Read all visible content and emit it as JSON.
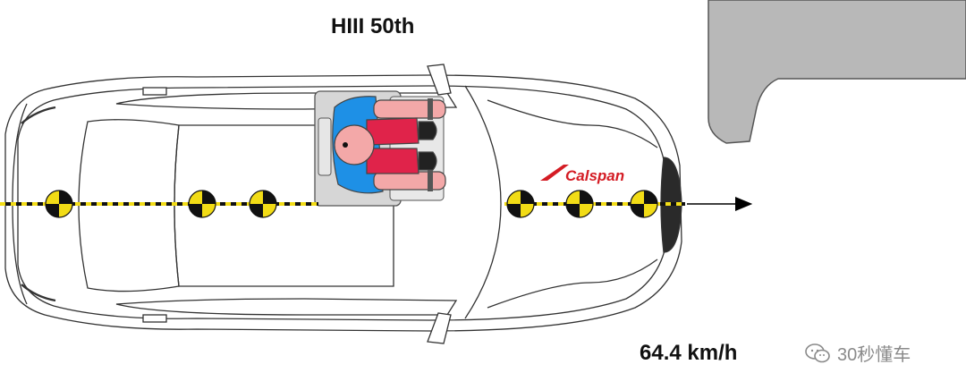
{
  "diagram": {
    "title": "HIII 50th",
    "speed": "64.4 km/h",
    "brand_logo": "Calspan",
    "watermark": "30秒懂车"
  },
  "colors": {
    "barrier": "#b8b8b8",
    "target_yellow": "#f2dc16",
    "dummy_blue": "#1e90e6",
    "dummy_red": "#e0234a",
    "dummy_skin": "#f3a8a8",
    "logo_red": "#d41c24",
    "seat_gray": "#d6d6d6"
  },
  "icons": [
    "target-marker-icon",
    "arrow-right-icon",
    "wechat-icon"
  ]
}
